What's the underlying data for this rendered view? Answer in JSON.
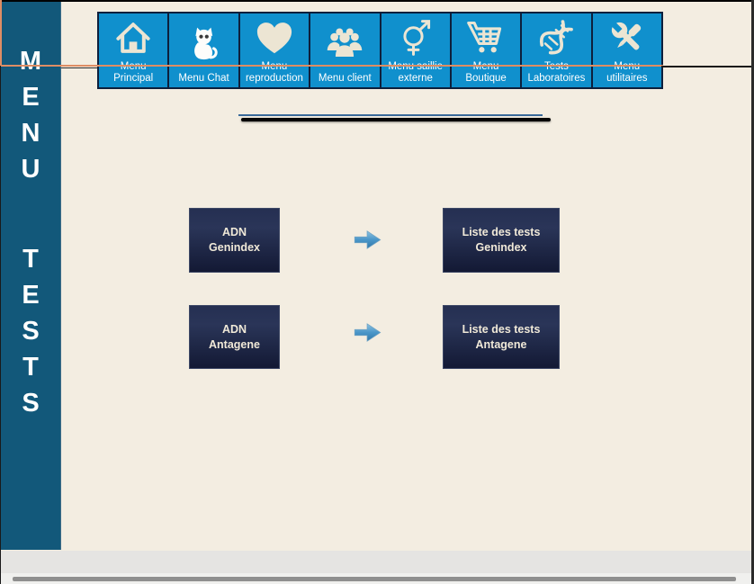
{
  "sidebar": {
    "label_top": "MENU",
    "label_bottom": "TESTS",
    "letters_top": [
      "M",
      "E",
      "N",
      "U"
    ],
    "letters_bottom": [
      "T",
      "E",
      "S",
      "T",
      "S"
    ],
    "background_color": "#12587a",
    "text_color": "#ffffff"
  },
  "toolbar": {
    "background_color": "#1090cd",
    "border_color": "#0d1f3c",
    "label_color": "#ffffff",
    "icon_color": "#ece5d3",
    "items": [
      {
        "label": "Menu Principal",
        "icon": "home-icon"
      },
      {
        "label": "Menu Chat",
        "icon": "cat-icon"
      },
      {
        "label": "Menu reproduction",
        "icon": "heart-icon"
      },
      {
        "label": "Menu client",
        "icon": "people-icon"
      },
      {
        "label": "Menu saillie externe",
        "icon": "male-female-icon"
      },
      {
        "label": "Menu Boutique",
        "icon": "shopping-cart-icon"
      },
      {
        "label": "Tests Laboratoires",
        "icon": "dna-icon"
      },
      {
        "label": "Menu utilitaires",
        "icon": "tools-icon"
      }
    ]
  },
  "content": {
    "background_color": "#f3ede1",
    "tile_text_color": "#f0e9d8",
    "tile_gradient_top": "#2a3558",
    "tile_gradient_bottom": "#131934",
    "arrow_color": "#4a96c8",
    "rows": [
      {
        "source": "ADN Genindex",
        "target": "Liste des tests Genindex"
      },
      {
        "source": "ADN Antagene",
        "target": "Liste des tests Antagene"
      }
    ]
  },
  "decor": {
    "highlight_line_color": "#de8d64",
    "rule_line_color": "#1a1a1a",
    "divider_top_color": "#3a6a9a",
    "divider_bottom_color": "#060606"
  },
  "statusbar": {
    "strip_color": "#e5e4e2",
    "scrollbar_thumb_color": "#8f8f8f"
  }
}
